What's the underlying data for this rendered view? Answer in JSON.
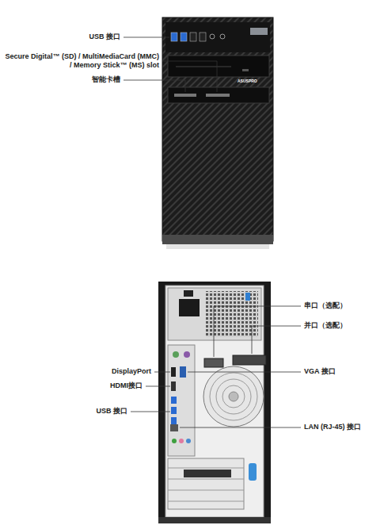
{
  "diagram": {
    "labels": [
      "USB 接口",
      "Secure Digital™ (SD) / MultiMediaCard (MMC) / Memory Stick™ (MS) slot",
      "智能卡槽",
      "ASUSPRO",
      "串口（选配）",
      "并口（选配）",
      "DisplayPort",
      "HDMI接口",
      "VGA 接口",
      "USB 接口",
      "LAN (RJ-45) 接口"
    ]
  }
}
